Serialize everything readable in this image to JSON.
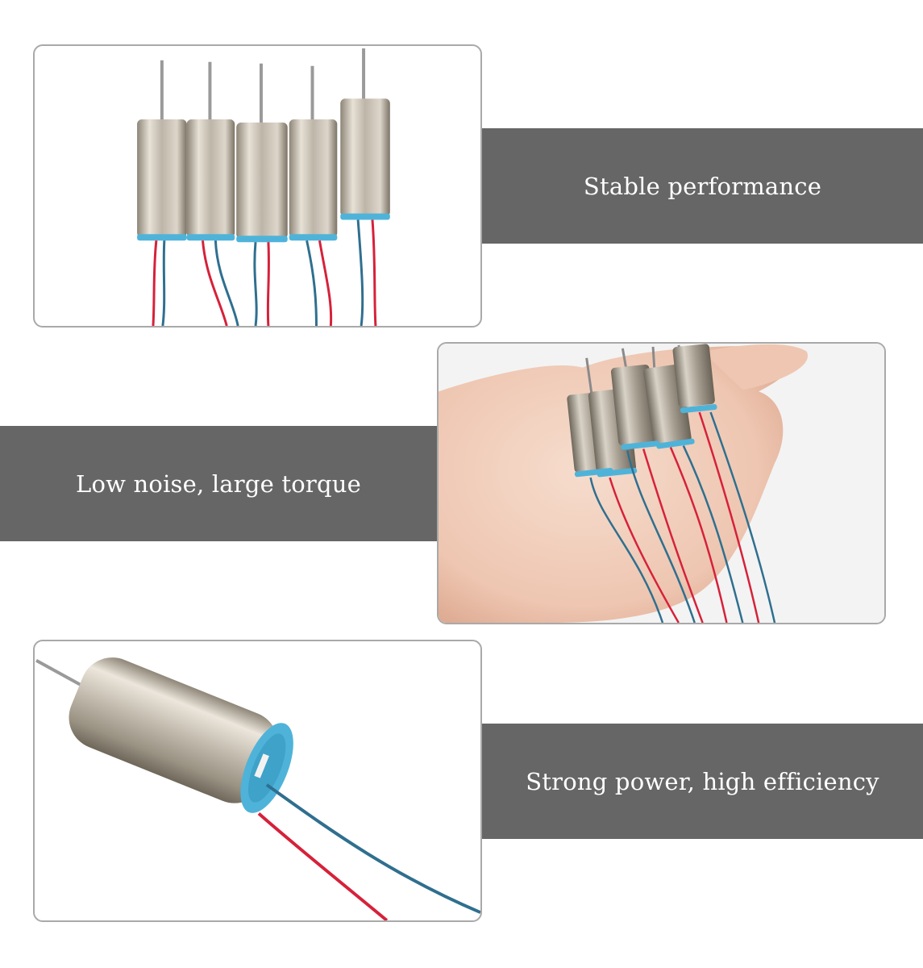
{
  "features": [
    {
      "caption": "Stable performance",
      "photo": "group-of-five-motors"
    },
    {
      "caption": "Low noise, large torque",
      "photo": "motors-held-in-hand"
    },
    {
      "caption": "Strong power, high efficiency",
      "photo": "single-motor-closeup"
    }
  ],
  "colors": {
    "banner": "#666666",
    "banner_text": "#ffffff",
    "frame_border": "#a9a9a9",
    "motor_can": "#c9c2b8",
    "motor_cap": "#4fb3d9",
    "wire_red": "#d6213a",
    "wire_blue": "#2f6f8f",
    "skin": "#f1cfbe"
  }
}
